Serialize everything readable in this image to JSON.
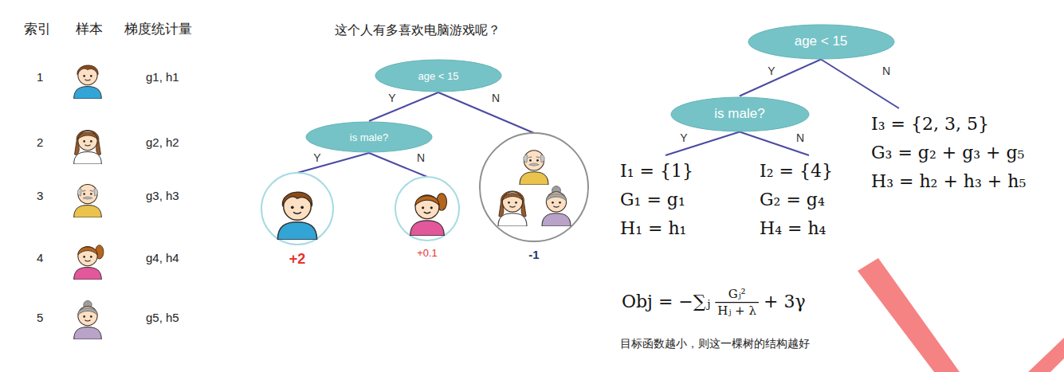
{
  "diagram": {
    "title": "这个人有多喜欢电脑游戏呢？",
    "nodes": [
      {
        "text": [
          "age < 15"
        ]
      },
      {
        "text": [
          "is male?"
        ]
      },
      {
        "text": [
          "+2"
        ]
      },
      {
        "text": [
          "+0.1"
        ]
      },
      {
        "text": [
          "-1"
        ]
      },
      {
        "text": [
          "age < 15"
        ]
      },
      {
        "text": [
          "is male?"
        ]
      },
      {
        "text": [
          "I₁ = {1}",
          "G₁ = g₁",
          "H₁ = h₁"
        ]
      },
      {
        "text": [
          "I₂ = {4}",
          "G₂ = g₄",
          "H₄ = h₄"
        ]
      },
      {
        "text": [
          "I₃ = {2, 3, 5}",
          "G₃ = g₂ + g₃ + g₅",
          "H₃ = h₂ + h₃ + h₅"
        ]
      }
    ],
    "edges": [
      {
        "from": 0,
        "to": 1,
        "arrow": "none",
        "label": "Y"
      },
      {
        "from": 0,
        "to": 4,
        "arrow": "none",
        "label": "N"
      },
      {
        "from": 1,
        "to": 2,
        "arrow": "none",
        "label": "Y"
      },
      {
        "from": 1,
        "to": 3,
        "arrow": "none",
        "label": "N"
      },
      {
        "from": 5,
        "to": 6,
        "arrow": "none",
        "label": "Y"
      },
      {
        "from": 5,
        "to": 9,
        "arrow": "none",
        "label": "N"
      },
      {
        "from": 6,
        "to": 7,
        "arrow": "none",
        "label": "Y"
      },
      {
        "from": 6,
        "to": 8,
        "arrow": "none",
        "label": "N"
      }
    ],
    "labels": [
      "索引",
      "样本",
      "梯度统计量",
      "1",
      "g1, h1",
      "2",
      "g2, h2",
      "3",
      "g3, h3",
      "4",
      "g4, h4",
      "5",
      "g5, h5",
      "Obj = −∑ⱼ",
      "Gⱼ²",
      "Hⱼ + λ",
      "+ 3γ",
      "目标函数越小，则这一棵树的结构越好"
    ]
  }
}
